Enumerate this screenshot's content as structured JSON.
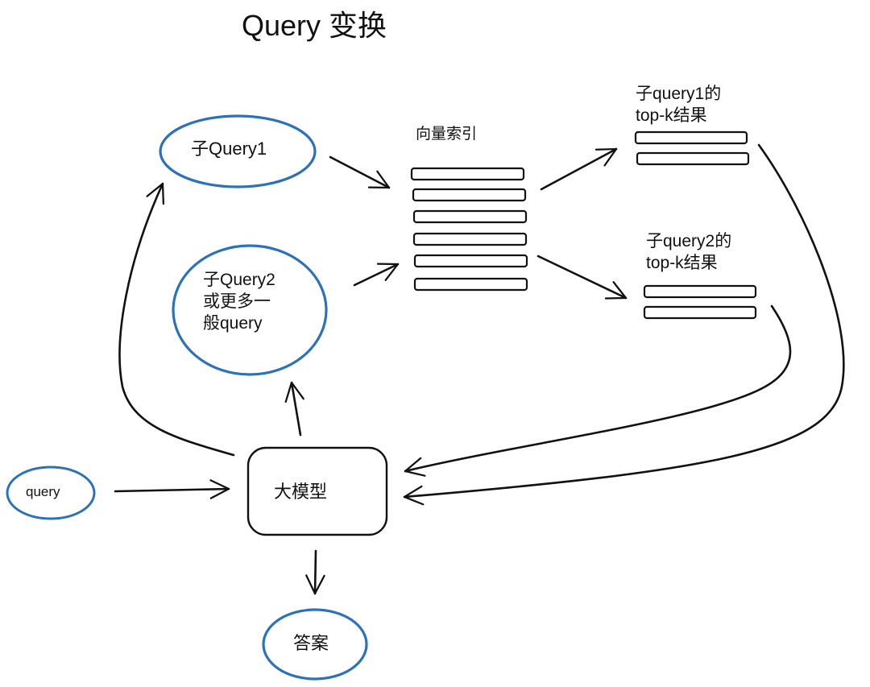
{
  "title": "Query 变换",
  "colors": {
    "ellipse_stroke": "#2b72b9",
    "line": "#111111",
    "background": "#ffffff"
  },
  "nodes": {
    "query": {
      "label": "query",
      "shape": "ellipse"
    },
    "llm": {
      "label": "大模型",
      "shape": "rounded-rect"
    },
    "answer": {
      "label": "答案",
      "shape": "ellipse"
    },
    "sub_query1": {
      "label": "子Query1",
      "shape": "ellipse"
    },
    "sub_query2": {
      "lines": [
        "子Query2",
        "或更多一",
        "般query"
      ],
      "shape": "ellipse"
    },
    "vector_index": {
      "label": "向量索引",
      "shape": "stacked-bars",
      "bar_count": 6
    },
    "topk1": {
      "lines": [
        "子query1的",
        "top-k结果"
      ],
      "shape": "stacked-bars",
      "bar_count": 2
    },
    "topk2": {
      "lines": [
        "子query2的",
        "top-k结果"
      ],
      "shape": "stacked-bars",
      "bar_count": 2
    }
  },
  "edges": [
    {
      "from": "query",
      "to": "llm"
    },
    {
      "from": "llm",
      "to": "sub_query1"
    },
    {
      "from": "llm",
      "to": "sub_query2"
    },
    {
      "from": "llm",
      "to": "answer"
    },
    {
      "from": "sub_query1",
      "to": "vector_index"
    },
    {
      "from": "sub_query2",
      "to": "vector_index"
    },
    {
      "from": "vector_index",
      "to": "topk1"
    },
    {
      "from": "vector_index",
      "to": "topk2"
    },
    {
      "from": "topk1",
      "to": "llm"
    },
    {
      "from": "topk2",
      "to": "llm"
    }
  ]
}
